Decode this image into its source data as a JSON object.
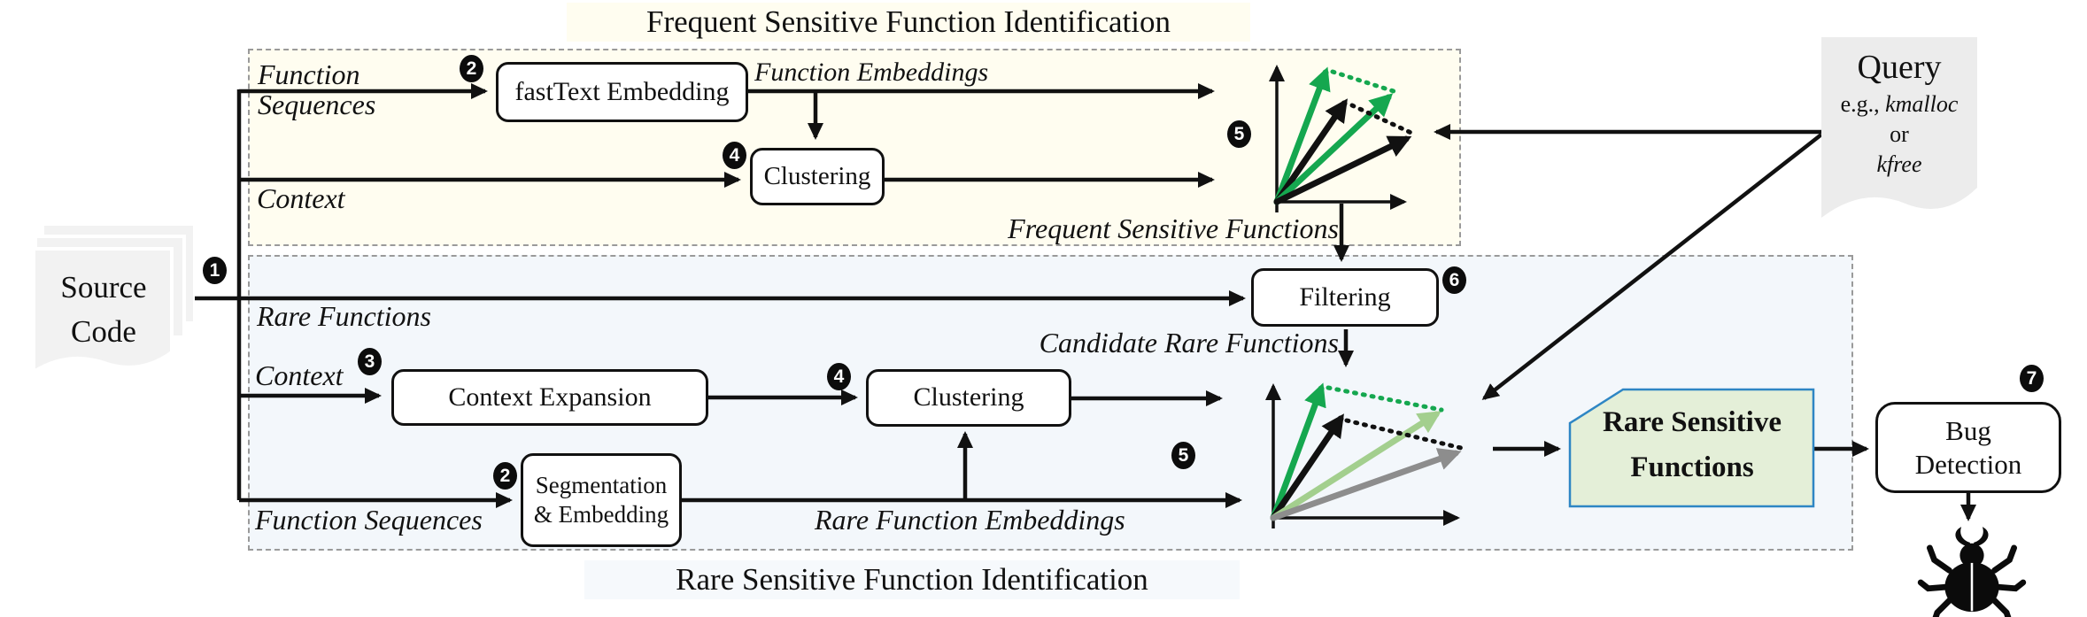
{
  "titles": {
    "frequent": "Frequent Sensitive Function Identification",
    "rare": "Rare Sensitive Function Identification"
  },
  "source": {
    "line1": "Source",
    "line2": "Code"
  },
  "flow_labels": {
    "function_sequences_top_l1": "Function",
    "function_sequences_top_l2": "Sequences",
    "context_top": "Context",
    "function_embeddings": "Function Embeddings",
    "frequent_sensitive_functions": "Frequent Sensitive Functions",
    "rare_functions": "Rare Functions",
    "context_bottom": "Context",
    "candidate_rare_functions": "Candidate Rare Functions",
    "function_sequences_bottom": "Function Sequences",
    "rare_function_embeddings": "Rare Function Embeddings"
  },
  "boxes": {
    "fasttext": "fastText Embedding",
    "clustering_top": "Clustering",
    "filtering": "Filtering",
    "context_expansion": "Context Expansion",
    "clustering_bottom": "Clustering",
    "segmentation_l1": "Segmentation",
    "segmentation_l2": "& Embedding",
    "rare_sensitive_l1": "Rare Sensitive",
    "rare_sensitive_l2": "Functions",
    "bug_l1": "Bug",
    "bug_l2": "Detection"
  },
  "query": {
    "title": "Query",
    "eg_prefix": "e.g., ",
    "term1": "kmalloc",
    "conj": "or",
    "term2": "kfree"
  },
  "steps": {
    "s1": "1",
    "s2a": "2",
    "s2b": "2",
    "s3": "3",
    "s4a": "4",
    "s4b": "4",
    "s5a": "5",
    "s5b": "5",
    "s6": "6",
    "s7": "7"
  },
  "colors": {
    "vector_green": "#15a74f",
    "vector_light_green": "#a3cf8e",
    "vector_gray": "#8d8d8d",
    "vector_black": "#111111",
    "frequent_box_fill": "#fffdf0",
    "rare_box_fill": "#f3f7fb",
    "result_box_fill": "#e4efd8",
    "result_box_border": "#2e86c4",
    "note_fill": "#ececec"
  }
}
